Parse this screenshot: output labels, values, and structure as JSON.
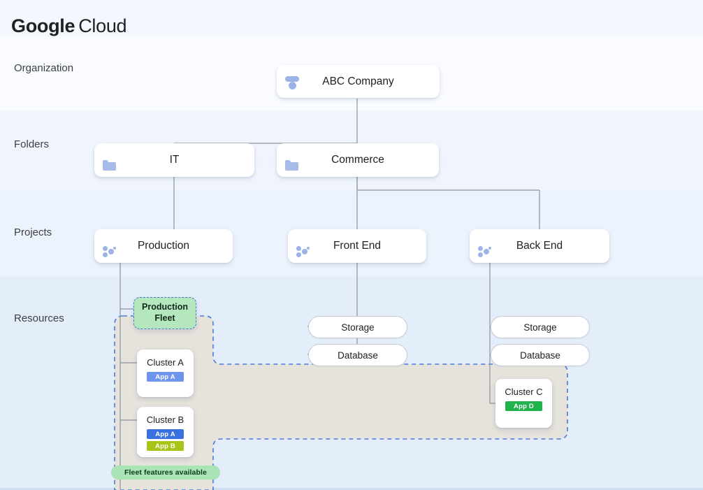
{
  "brand": {
    "word1": "Google",
    "word2": "Cloud"
  },
  "rows": [
    {
      "label": "Organization"
    },
    {
      "label": "Folders"
    },
    {
      "label": "Projects"
    },
    {
      "label": "Resources"
    }
  ],
  "organization": {
    "name": "ABC Company",
    "icon": "cloud-icon"
  },
  "folders": [
    {
      "name": "IT",
      "icon": "folder-icon"
    },
    {
      "name": "Commerce",
      "icon": "folder-icon"
    }
  ],
  "projects": [
    {
      "name": "Production",
      "icon": "project-dots-icon"
    },
    {
      "name": "Front End",
      "icon": "project-dots-icon"
    },
    {
      "name": "Back End",
      "icon": "project-dots-icon"
    }
  ],
  "resources": {
    "fleet": {
      "name_line1": "Production",
      "name_line2": "Fleet",
      "footer_label": "Fleet features available"
    },
    "front_end_resources": [
      {
        "name": "Storage"
      },
      {
        "name": "Database"
      }
    ],
    "back_end_resources": [
      {
        "name": "Storage"
      },
      {
        "name": "Database"
      }
    ],
    "clusters": [
      {
        "name": "Cluster A",
        "apps": [
          {
            "name": "App A",
            "color": "#6f94ee"
          }
        ]
      },
      {
        "name": "Cluster B",
        "apps": [
          {
            "name": "App A",
            "color": "#3b70e0"
          },
          {
            "name": "App B",
            "color": "#a8c416"
          }
        ]
      },
      {
        "name": "Cluster C",
        "apps": [
          {
            "name": "App D",
            "color": "#22b24c"
          }
        ]
      }
    ]
  },
  "colors": {
    "band_organization": "#f9fbff",
    "band_folders": "#f0f5fd",
    "band_projects": "#edf3fd",
    "band_resources": "#e4eefb",
    "connector": "#8c939c",
    "fleet_dashed_border": "#4a7ad6",
    "fleet_region_fill": "#e6e2dc",
    "fleet_green": "#b5e7bf",
    "icon_blue": "#9db3e8"
  }
}
